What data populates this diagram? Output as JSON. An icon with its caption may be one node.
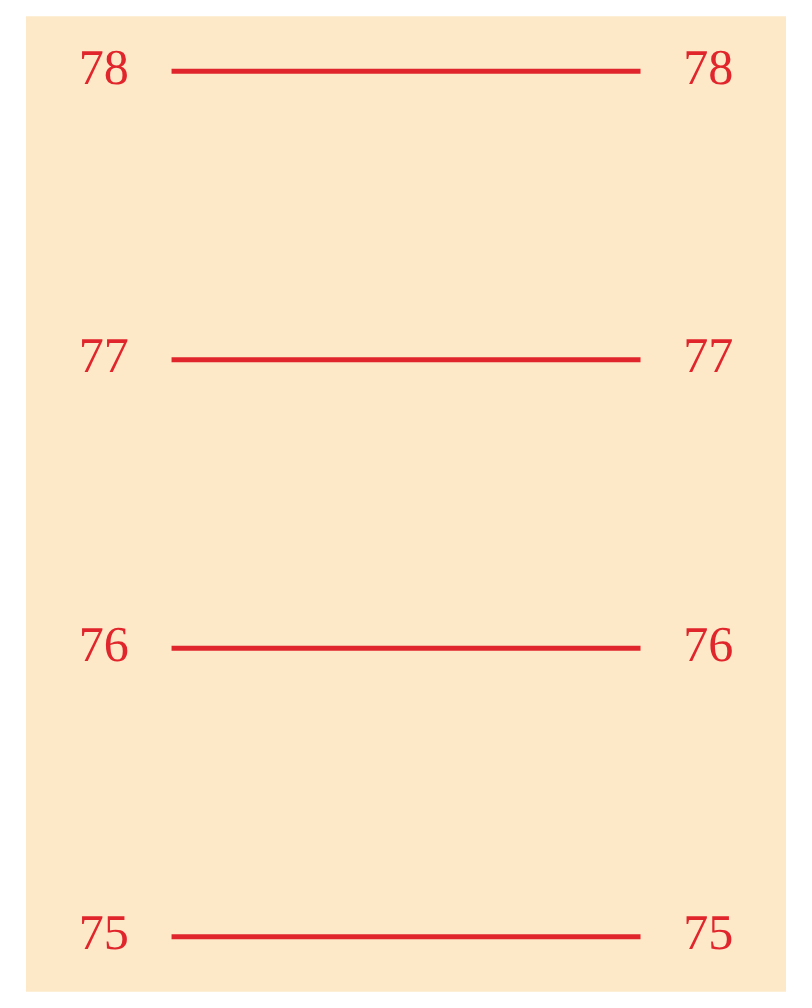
{
  "diagram": {
    "nodes": [
      {
        "text": [
          "78"
        ]
      },
      {
        "text": [
          "78"
        ]
      },
      {
        "text": [
          "77"
        ]
      },
      {
        "text": [
          "77"
        ]
      },
      {
        "text": [
          "76"
        ]
      },
      {
        "text": [
          "76"
        ]
      },
      {
        "text": [
          "75"
        ]
      },
      {
        "text": [
          "75"
        ]
      }
    ],
    "edges": [
      {
        "from": 0,
        "to": 1,
        "arrow": "none"
      },
      {
        "from": 2,
        "to": 3,
        "arrow": "none"
      },
      {
        "from": 4,
        "to": 5,
        "arrow": "none"
      },
      {
        "from": 6,
        "to": 7,
        "arrow": "none"
      }
    ]
  }
}
